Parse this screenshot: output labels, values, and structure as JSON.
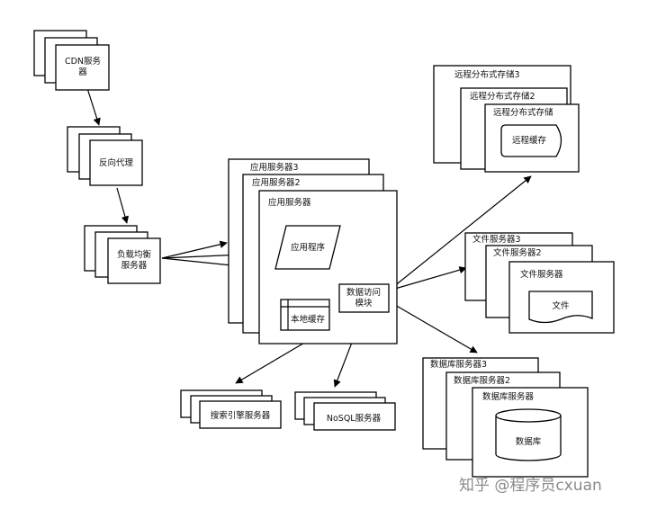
{
  "nodes": {
    "cdn": "CDN服务\n器",
    "proxy": "反向代理",
    "lb": "负载均衡\n服务器",
    "app3": "应用服务器3",
    "app2": "应用服务器2",
    "app": "应用服务器",
    "program": "应用程序",
    "local_cache": "本地缓存",
    "data_access": "数据访问\n模块",
    "search": "搜索引擎服务器",
    "nosql": "NoSQL服务器",
    "remote3": "远程分布式存储3",
    "remote2": "远程分布式存储2",
    "remote": "远程分布式存储",
    "remote_cache": "远程缓存",
    "file3": "文件服务器3",
    "file2": "文件服务器2",
    "file": "文件服务器",
    "file_doc": "文件",
    "db3": "数据库服务器3",
    "db2": "数据库服务器2",
    "db": "数据库服务器",
    "database": "数据库"
  },
  "watermark": "知乎 @程序员cxuan",
  "colors": {
    "line": "#000000",
    "background": "#ffffff",
    "watermark": "#8a8a8a"
  }
}
